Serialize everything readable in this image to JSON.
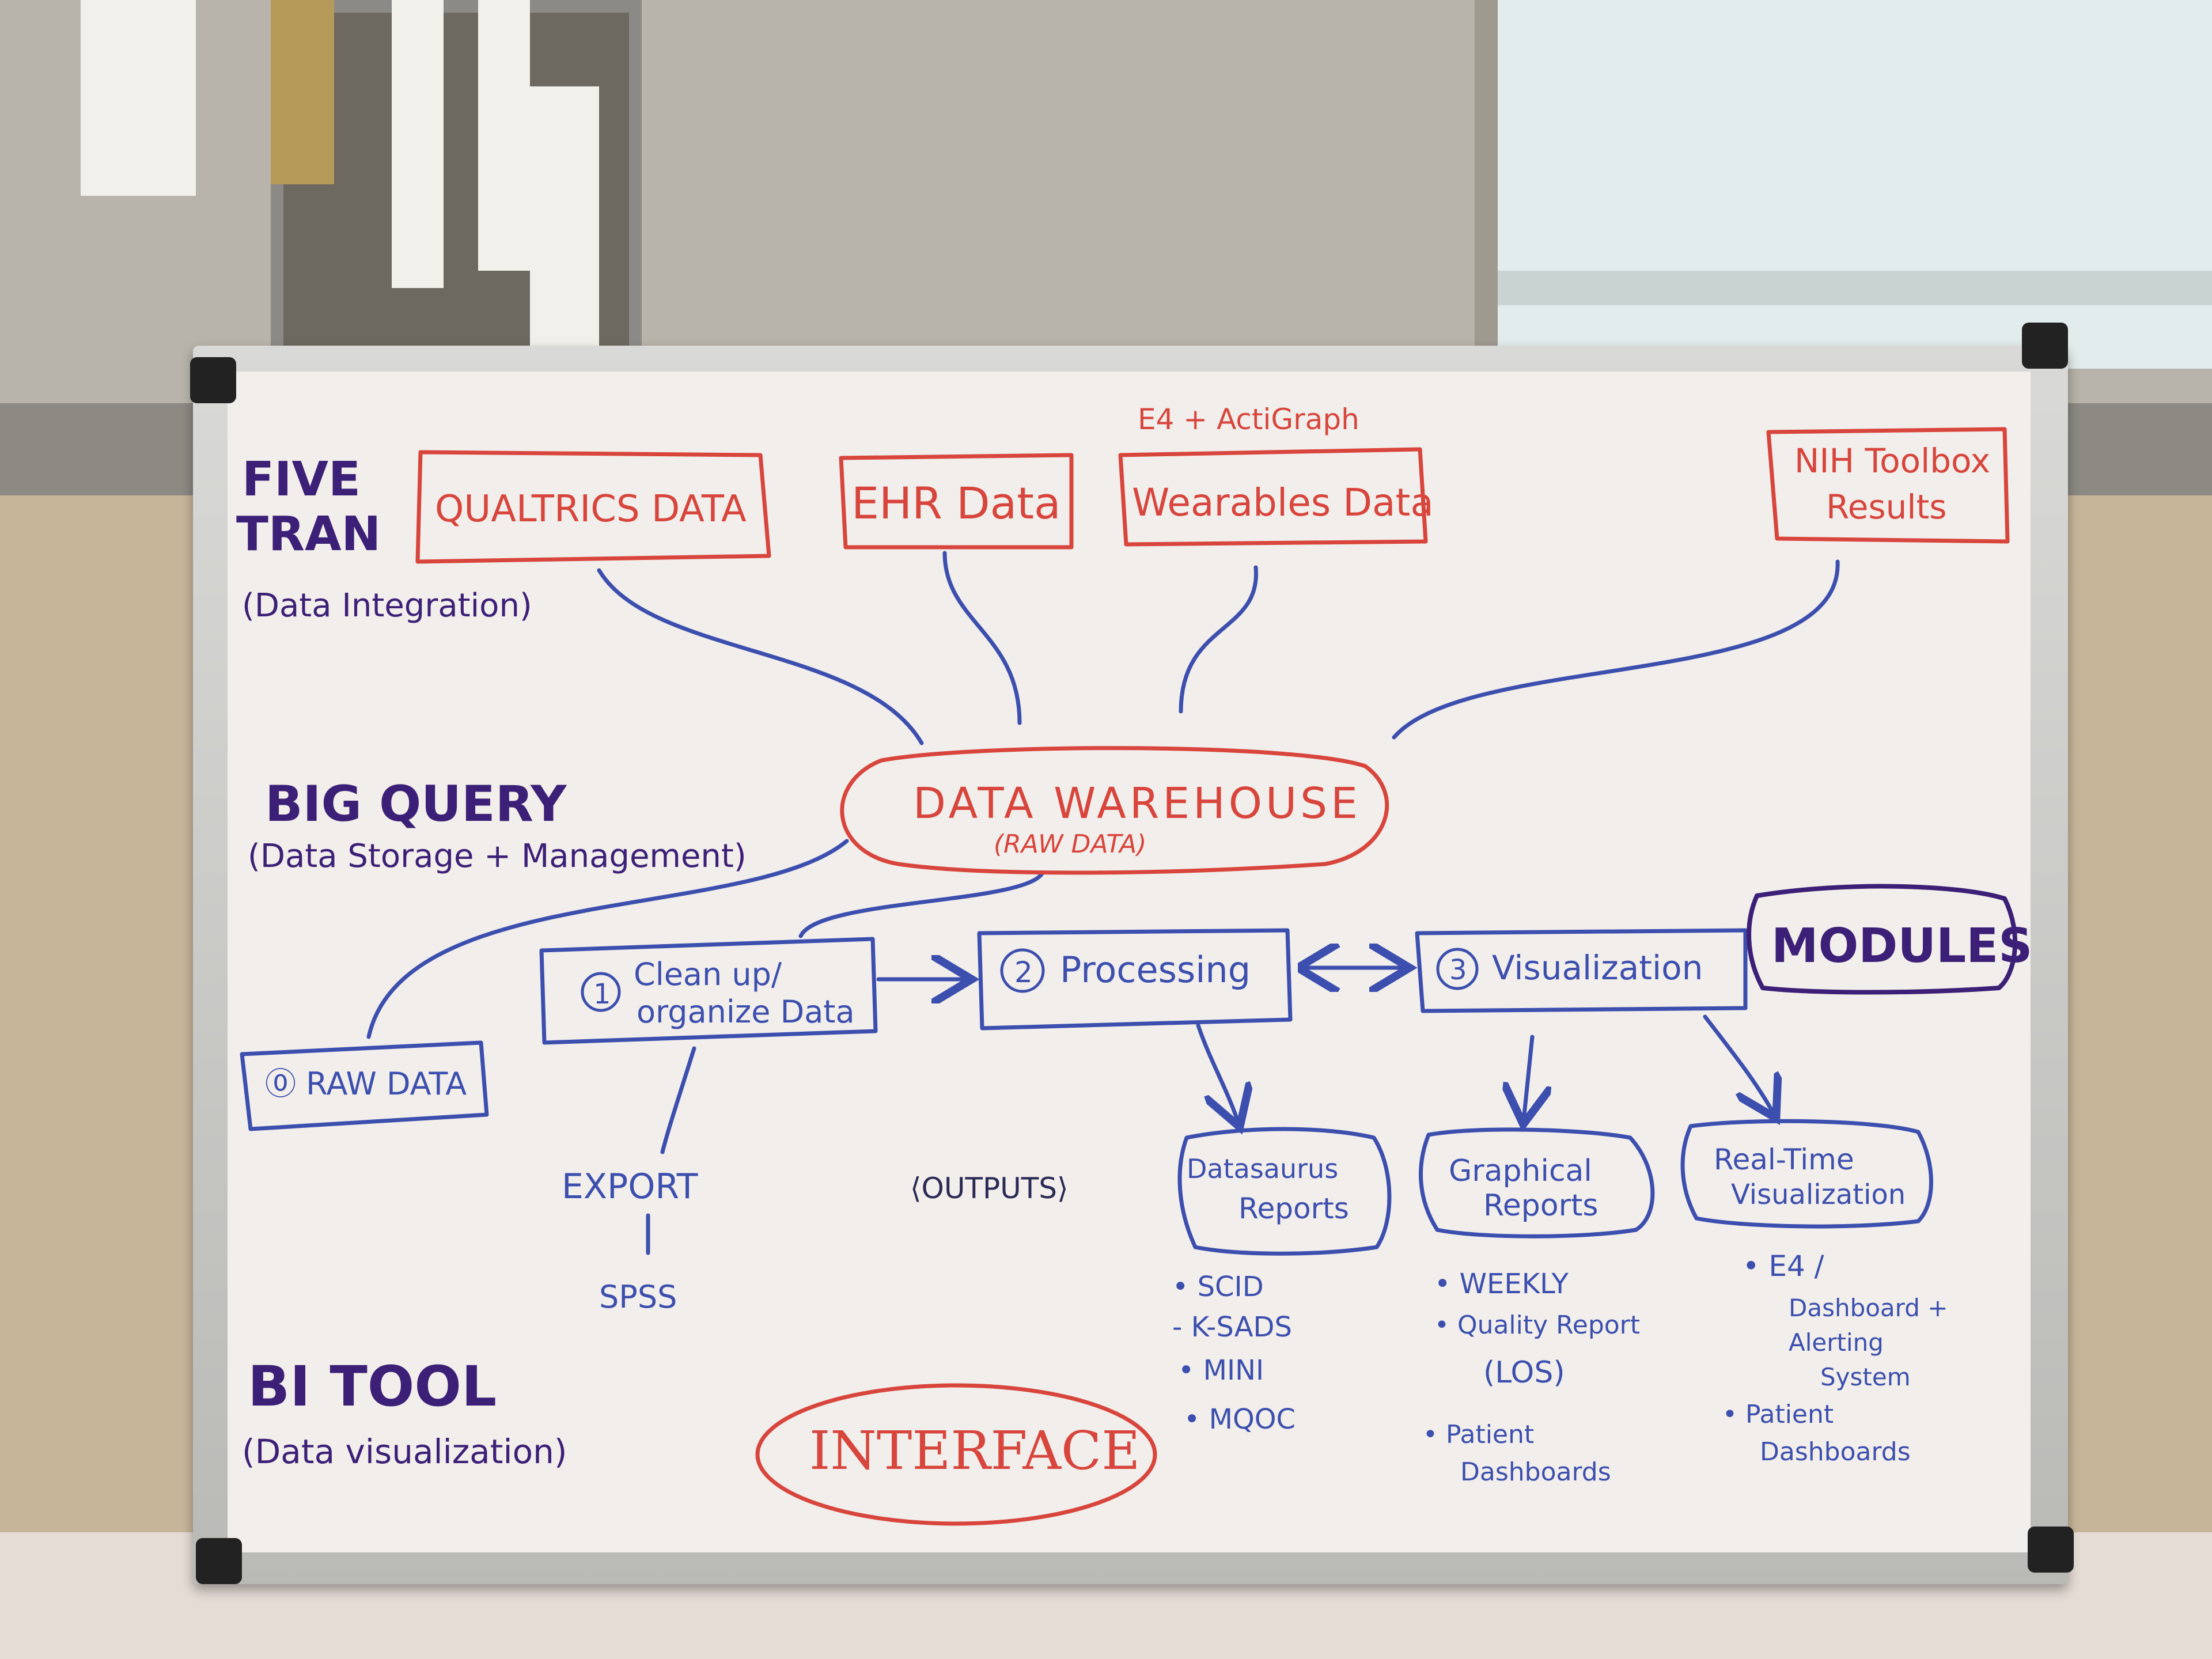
{
  "layers": {
    "five_tran": {
      "title_line1": "FIVE",
      "title_line2": "TRAN",
      "subtitle": "(Data Integration)"
    },
    "big_query": {
      "title": "BIG QUERY",
      "subtitle": "(Data Storage + Management)"
    },
    "bi_tool": {
      "title": "BI TOOL",
      "subtitle": "(Data visualization)"
    }
  },
  "sources": {
    "qualtrics": "QUALTRICS DATA",
    "ehr": "EHR Data",
    "wearables": "Wearables Data",
    "wearables_note": "E4 + ActiGraph",
    "nih_line1": "NIH Toolbox",
    "nih_line2": "Results"
  },
  "warehouse": {
    "title": "DATA WAREHOUSE",
    "subtitle": "(RAW DATA)"
  },
  "steps": {
    "raw": "⓪ RAW DATA",
    "clean_line1": "Clean up/",
    "clean_line2": "organize Data",
    "clean_num": "1",
    "processing": "Processing",
    "processing_num": "2",
    "visualization": "Visualization",
    "visualization_num": "3"
  },
  "modules_label": "MODULES",
  "export": {
    "label": "EXPORT",
    "target": "SPSS"
  },
  "outputs_label": "⟨OUTPUTS⟩",
  "outputs": {
    "reports_line1": "Datasaurus",
    "reports_line2": "Reports",
    "reports_items": [
      "• SCID",
      "- K-SADS",
      "• MINI",
      "• MQOC"
    ],
    "graphical_line1": "Graphical",
    "graphical_line2": "Reports",
    "graphical_items": [
      "• WEEKLY",
      "• Quality Report",
      "(LOS)",
      "• Patient",
      "Dashboards"
    ],
    "realtime_line1": "Real-Time",
    "realtime_line2": "Visualization",
    "realtime_items": [
      "• E4 /",
      "Dashboard +",
      "Alerting",
      "System",
      "• Patient",
      "Dashboards"
    ]
  },
  "interface_label": "INTERFACE",
  "colors": {
    "red_marker": "#d8453c",
    "blue_marker": "#3c4fae",
    "purple_marker": "#3c2077",
    "board": "#f2eeeb"
  }
}
